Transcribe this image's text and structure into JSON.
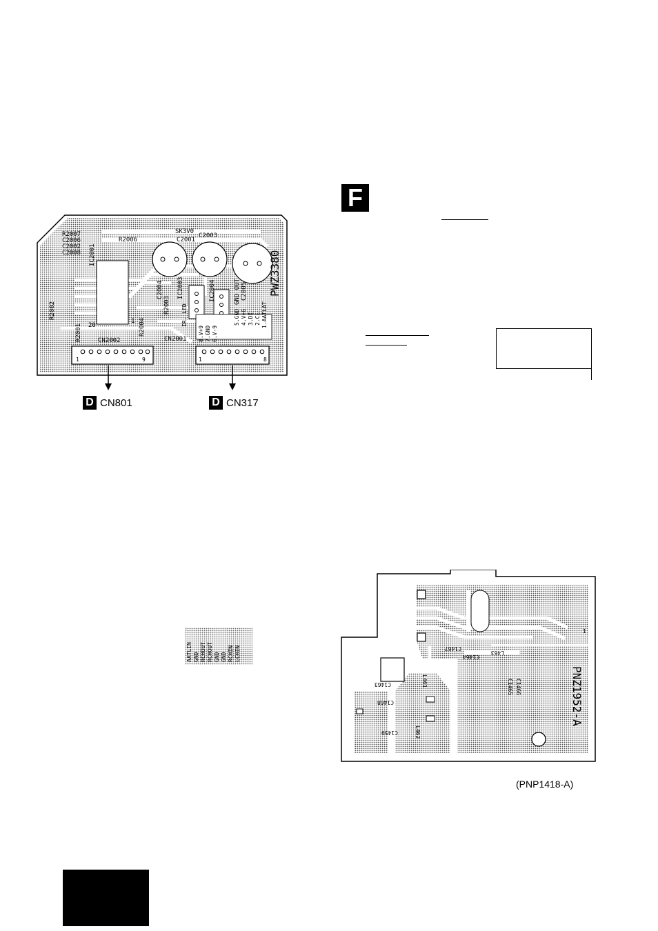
{
  "board_d": {
    "part_code": "PWZ3380",
    "labels": {
      "r2007": "R2007",
      "c2006": "C2006",
      "c2002": "C2002",
      "c2008": "C2008",
      "ic2001": "IC2001",
      "r2006": "R2006",
      "sk3v0": "SK3V0",
      "c2001": "C2001",
      "c2003": "C2003",
      "c2004": "C2004",
      "r2003": "R2003",
      "ic2003": "IC2003",
      "ic2004": "IC2004",
      "c2005": "C2005",
      "r2002": "R2002",
      "r2001": "R2001",
      "r2004": "R2004",
      "cn2001": "CN2001",
      "cn2002": "CN2002",
      "pin20": "20",
      "pin1": "1",
      "cn2002_pin1": "1",
      "cn2002_pin9": "9",
      "cn2001_pin1": "1",
      "cn2001_pin8": "8",
      "gnd_out": "GND OUT"
    },
    "pin_labels": [
      "8.V+9",
      "7.GND",
      "6.V-9",
      "5.GND",
      "4.V+6",
      "3.DI",
      "2.CL",
      "1.AATLAT"
    ],
    "ir_label": "IR. LED"
  },
  "connectors": [
    {
      "badge": "D",
      "name": "CN801"
    },
    {
      "badge": "D",
      "name": "CN317"
    }
  ],
  "section_badge": "F",
  "detail_labels": [
    "AATLIN",
    "GND",
    "RCHOUT",
    "RCHOUT",
    "GND",
    "GND",
    "RCHIN",
    "LCHIN"
  ],
  "board_f": {
    "part_code": "PNZ1952-A",
    "labels": {
      "c1467": "C1467",
      "l463": "L463",
      "c1464": "C1464",
      "c1463": "C1463",
      "l461": "L461",
      "c1468": "C1468",
      "c1465": "C1465",
      "c1466": "C1466",
      "l462": "L462",
      "c1459": "C1459",
      "pin1": "1"
    }
  },
  "assembly_ref": "(PNP1418-A)"
}
